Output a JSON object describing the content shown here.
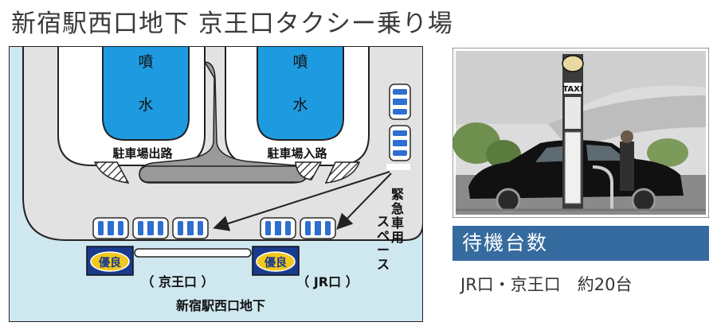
{
  "title": "新宿駅西口地下 京王口タクシー乗り場",
  "map": {
    "fountain_left": [
      "噴",
      "水"
    ],
    "fountain_right": [
      "噴",
      "水"
    ],
    "exit_label": "駐車場出路",
    "entrance_label": "駐車場入路",
    "emergency_label": [
      "緊",
      "急",
      "車",
      "用"
    ],
    "space_label": [
      "ス",
      "ペ",
      "ー",
      "ス"
    ],
    "badge_text": "優良",
    "keio_label": "（ 京王口 ）",
    "jr_label": "（ JR口 ）",
    "area_label": "新宿駅西口地下"
  },
  "photo": {
    "sign_text": "TAXI"
  },
  "info": {
    "heading": "待機台数",
    "count_text": "JR口・京王口　約20台"
  },
  "colors": {
    "water": "#1e9be0",
    "floor": "#cfe7ef",
    "road": "#e2e2e2",
    "island": "#8f8f8f",
    "badge": "#356b9e",
    "taxi_stripe": "#2e6fcf"
  }
}
